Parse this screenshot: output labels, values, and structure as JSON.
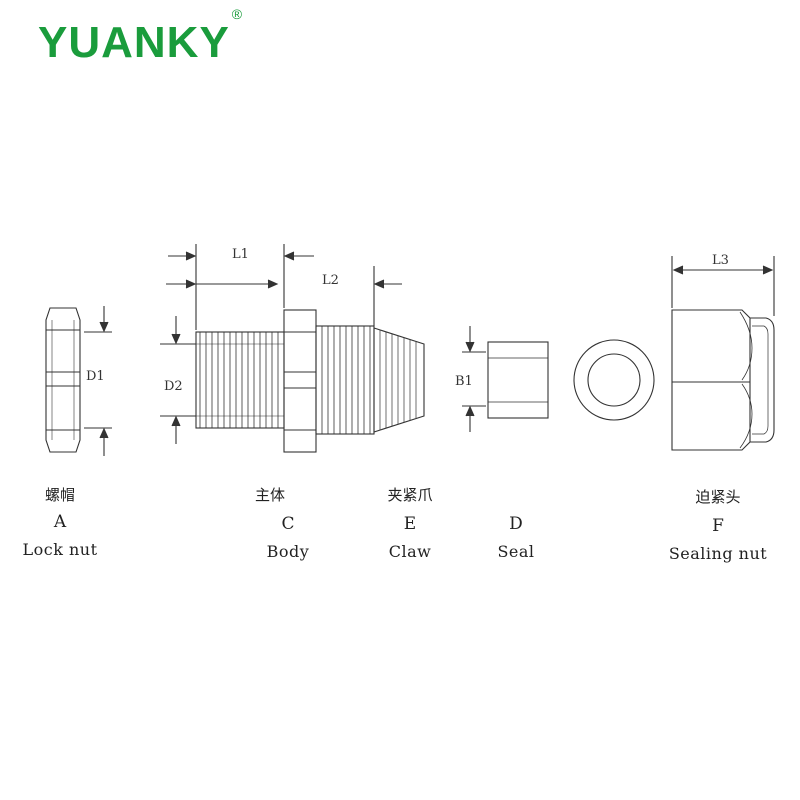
{
  "brand": {
    "name": "YUANKY",
    "mark": "®",
    "color": "#1a9c3c"
  },
  "dimensions": {
    "d1": "D1",
    "d2": "D2",
    "l1": "L1",
    "l2": "L2",
    "b1": "B1",
    "l3": "L3"
  },
  "parts": [
    {
      "cn": "螺帽",
      "letter": "A",
      "en": "Lock nut"
    },
    {
      "cn": "主体",
      "letter": "C",
      "en": "Body"
    },
    {
      "cn": "夹紧爪",
      "letter": "E",
      "en": "Claw"
    },
    {
      "cn": "",
      "letter": "D",
      "en": "Seal"
    },
    {
      "cn": "迫紧头",
      "letter": "F",
      "en": "Sealing nut"
    }
  ],
  "line_color": "#333333"
}
